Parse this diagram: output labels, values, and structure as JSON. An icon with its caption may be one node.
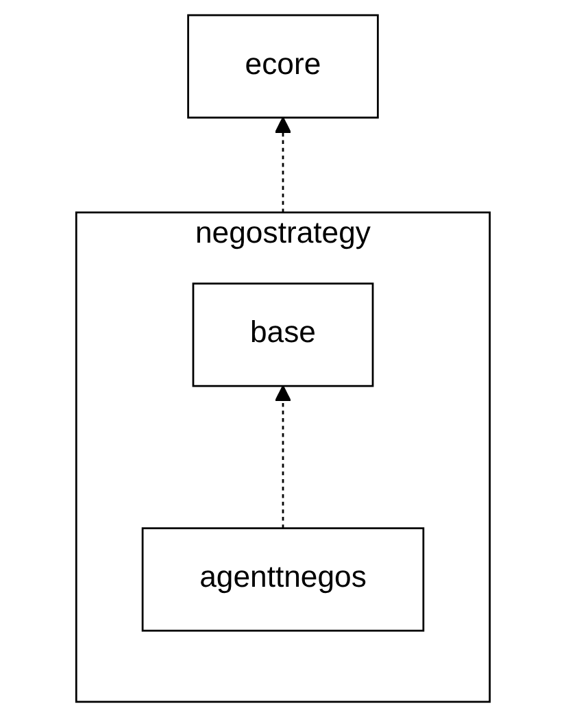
{
  "diagram": {
    "nodes": [
      {
        "text": [
          "ecore"
        ]
      },
      {
        "text": [
          "negostrategy"
        ]
      },
      {
        "text": [
          "base"
        ],
        "in": 1
      },
      {
        "text": [
          "agenttnegos"
        ],
        "in": 1
      }
    ],
    "edges": [
      {
        "from": 1,
        "to": 0,
        "arrow": "to",
        "style": "dashed"
      },
      {
        "from": 3,
        "to": 2,
        "arrow": "to",
        "style": "dashed"
      }
    ]
  }
}
